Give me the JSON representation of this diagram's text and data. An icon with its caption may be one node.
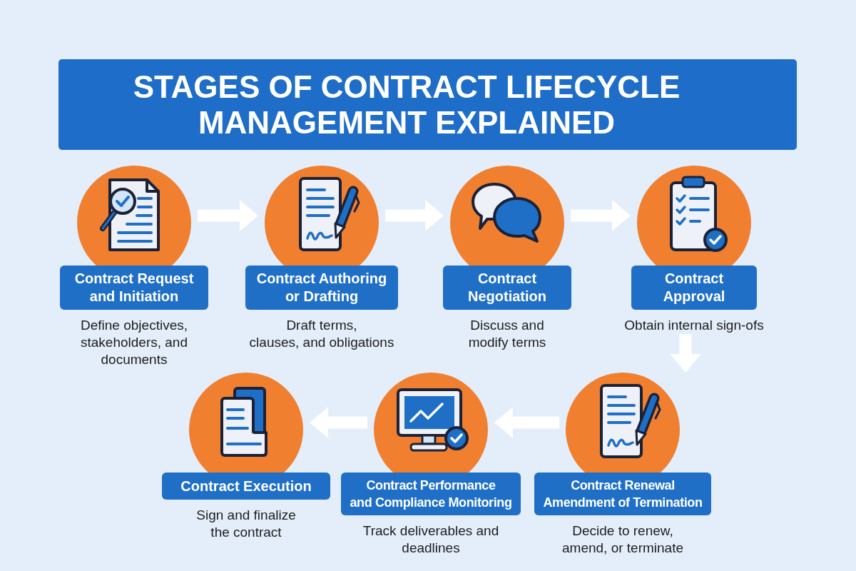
{
  "diagram": {
    "title": "STAGES OF CONTRACT LIFECYCLE MANAGEMENT EXPLAINED",
    "nodes": [
      {
        "text": [
          "Contract Request and Initiation"
        ],
        "beside": [
          "Define objectives, stakeholders, and documents"
        ]
      },
      {
        "text": [
          "Contract Authoring or Drafting"
        ],
        "beside": [
          "Draft terms, clauses, and obligations"
        ]
      },
      {
        "text": [
          "Contract Negotiation"
        ],
        "beside": [
          "Discuss and modify terms"
        ]
      },
      {
        "text": [
          "Contract Approval"
        ],
        "beside": [
          "Obtain internal sign-ofs"
        ]
      },
      {
        "text": [
          "Contract Renewal Amendment of Termination"
        ],
        "beside": [
          "Decide to renew, amend, or terminate"
        ]
      },
      {
        "text": [
          "Contract Performance and Compliance Monitoring"
        ],
        "beside": [
          "Track deliverables and deadlines"
        ]
      },
      {
        "text": [
          "Contract Execution"
        ],
        "beside": [
          "Sign and finalize the contract"
        ]
      }
    ],
    "edges": [
      {
        "from": 0,
        "to": 1,
        "arrow": "to"
      },
      {
        "from": 1,
        "to": 2,
        "arrow": "to"
      },
      {
        "from": 2,
        "to": 3,
        "arrow": "to"
      },
      {
        "from": 3,
        "to": 4,
        "arrow": "to"
      },
      {
        "from": 4,
        "to": 5,
        "arrow": "to"
      },
      {
        "from": 5,
        "to": 6,
        "arrow": "to"
      }
    ]
  }
}
